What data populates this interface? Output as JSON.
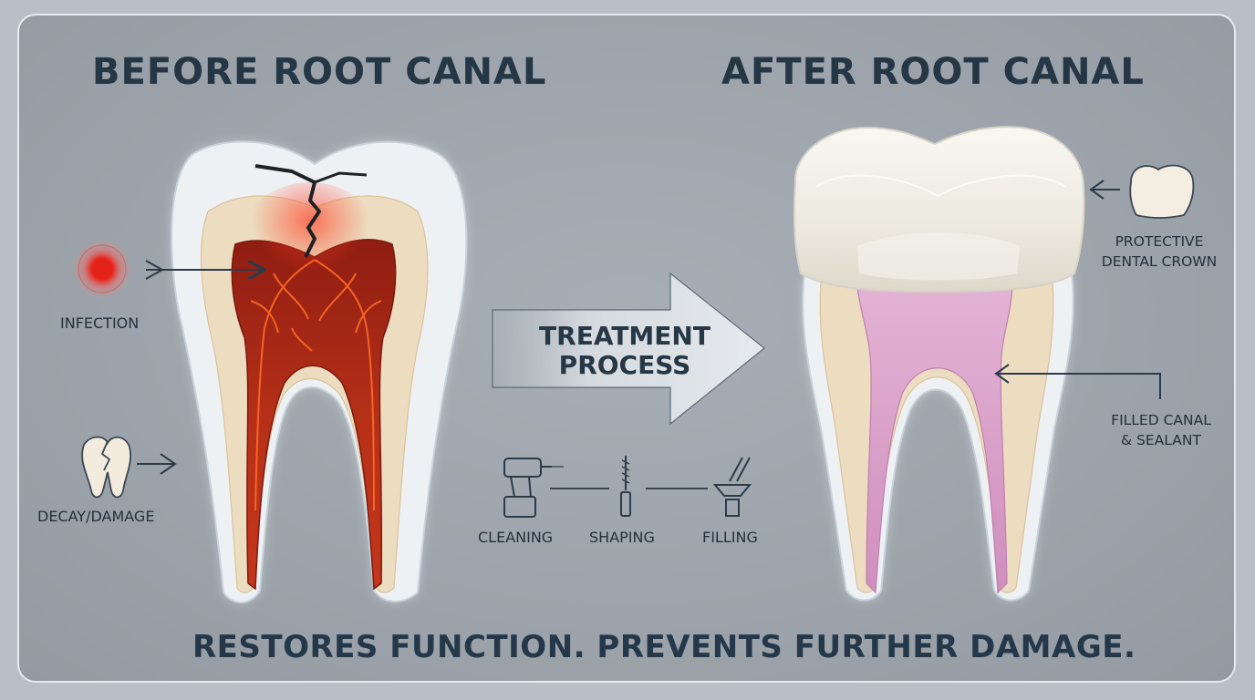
{
  "titles": {
    "before": "BEFORE ROOT CANAL",
    "after": "AFTER ROOT CANAL"
  },
  "labels": {
    "infection": "INFECTION",
    "decay": "DECAY/DAMAGE",
    "crown_line1": "PROTECTIVE",
    "crown_line2": "DENTAL CROWN",
    "filled_line1": "FILLED CANAL",
    "filled_line2": "& SEALANT"
  },
  "treatment": {
    "line1": "TREATMENT",
    "line2": "PROCESS",
    "steps": [
      "CLEANING",
      "SHAPING",
      "FILLING"
    ]
  },
  "footer": "RESTORES FUNCTION. PREVENTS FURTHER DAMAGE.",
  "colors": {
    "text": "#253645",
    "infection": "#d7261e",
    "filling": "#d9a6c8",
    "dentin": "#ecdcc0",
    "enamel": "#eef1f3"
  },
  "icons": [
    "infection-dot-icon",
    "broken-tooth-icon",
    "dental-crown-icon",
    "drill-icon",
    "file-icon",
    "filling-tool-icon",
    "arrow-icon"
  ]
}
